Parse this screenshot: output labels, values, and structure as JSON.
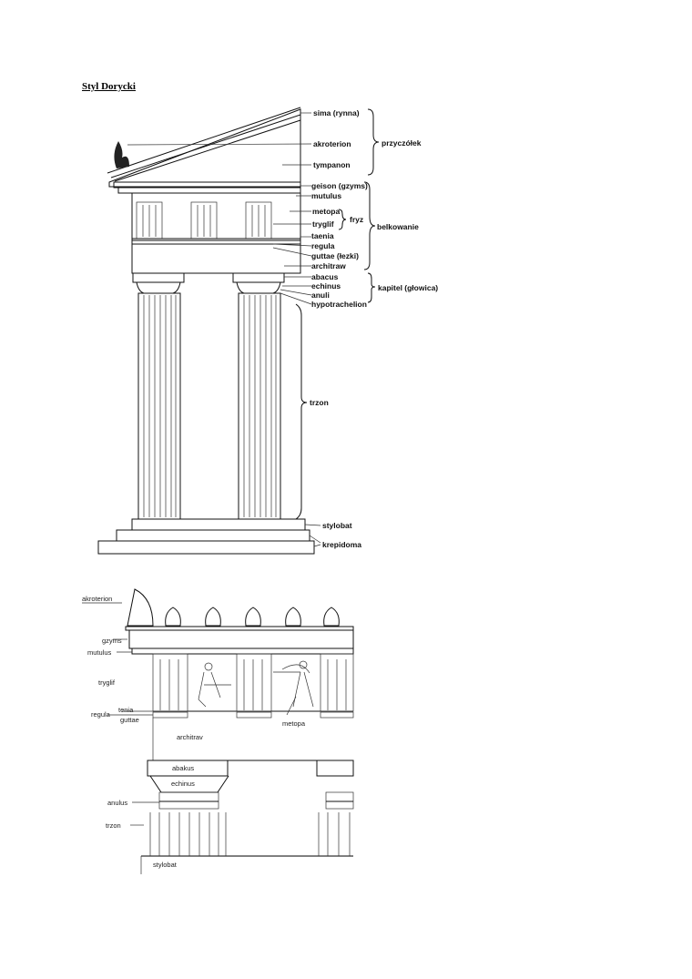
{
  "title": "Styl Dorycki",
  "top_diagram": {
    "labels": [
      "sima (rynna)",
      "akroterion",
      "tympanon",
      "geison (gzyms)",
      "mutulus",
      "metopa",
      "tryglif",
      "taenia",
      "regula",
      "guttae (łezki)",
      "architraw",
      "abacus",
      "echinus",
      "anuli",
      "hypotrachelion",
      "trzon",
      "stylobat",
      "krepidoma"
    ],
    "groups": [
      "przyczółek",
      "fryz",
      "belkowanie",
      "kapitel (głowica)"
    ]
  },
  "bottom_diagram": {
    "labels": [
      "akroterion",
      "gzyms",
      "mutulus",
      "tryglif",
      "tenia",
      "regula",
      "guttae",
      "metopa",
      "architrav",
      "abakus",
      "echinus",
      "anulus",
      "trzon",
      "stylobat"
    ]
  }
}
